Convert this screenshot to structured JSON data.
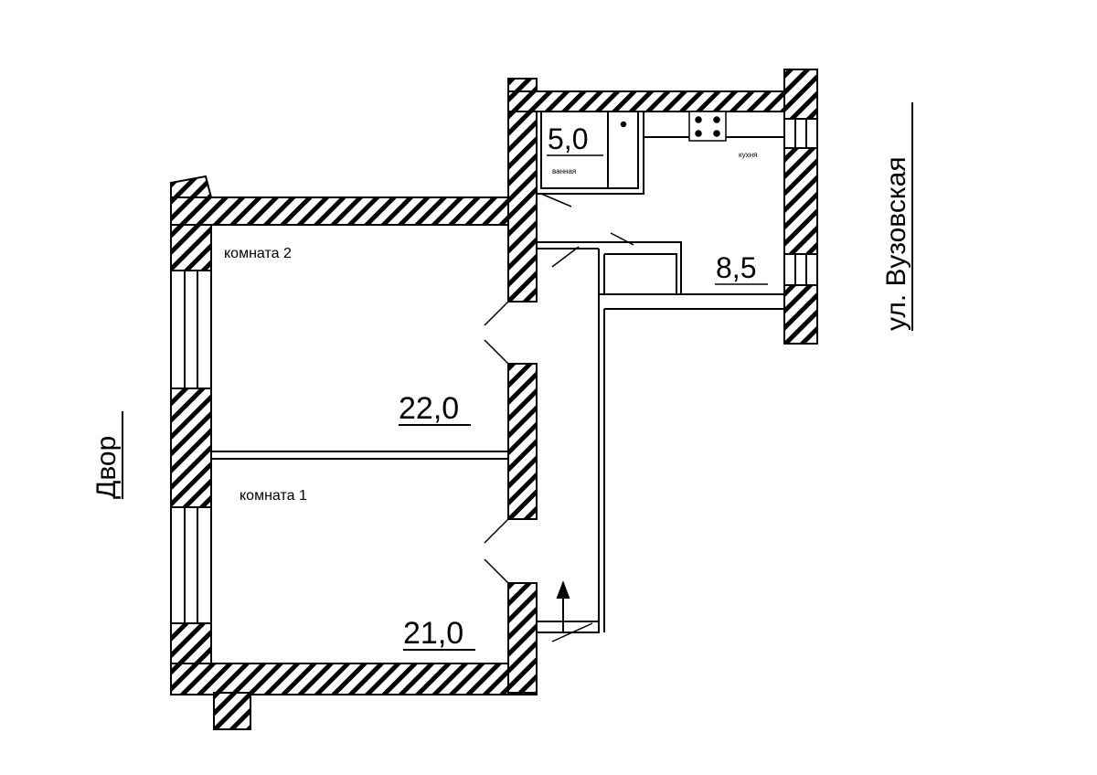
{
  "plan": {
    "rooms": [
      {
        "id": "room2",
        "name": "комната 2",
        "area": "22,0"
      },
      {
        "id": "room1",
        "name": "комната 1",
        "area": "21,0"
      },
      {
        "id": "bath",
        "name": "ванная",
        "area": "5,0"
      },
      {
        "id": "kitchen",
        "name": "кухня",
        "area": "8,5"
      }
    ],
    "side_labels": {
      "left": "Двор",
      "right": "ул. Вузовская"
    }
  }
}
